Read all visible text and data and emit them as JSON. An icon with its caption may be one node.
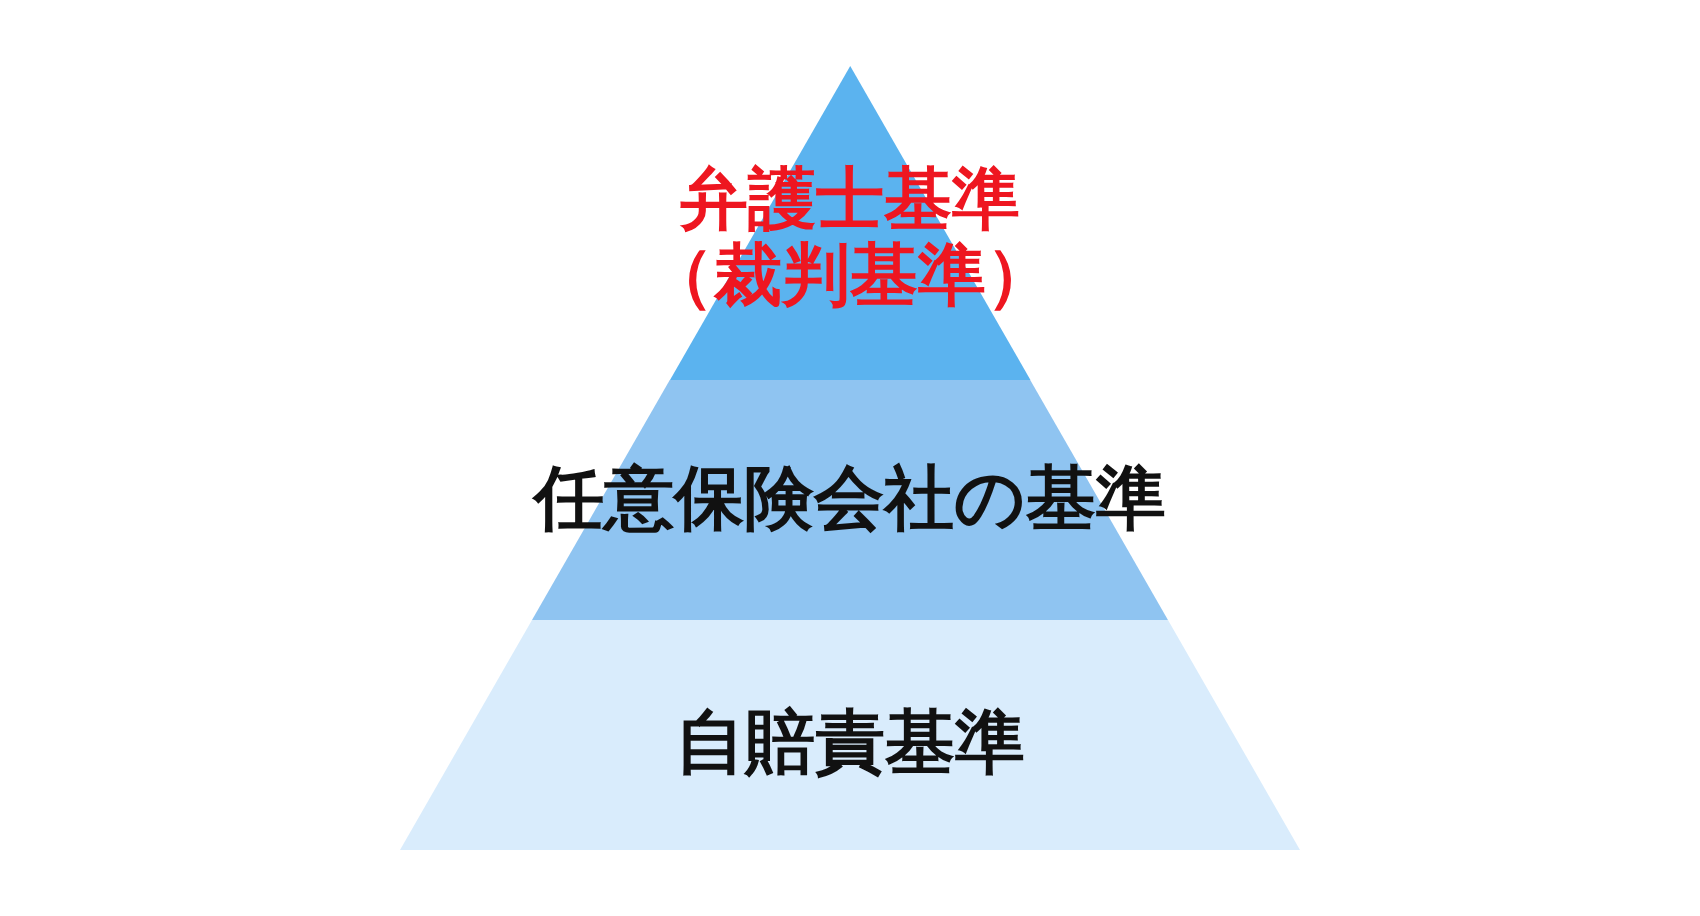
{
  "diagram": {
    "nodes": [
      {
        "text": [
          "弁護士基準（裁判基準）"
        ]
      },
      {
        "text": [
          "任意保険会社の基準"
        ]
      },
      {
        "text": [
          "自賠責基準"
        ]
      }
    ]
  }
}
